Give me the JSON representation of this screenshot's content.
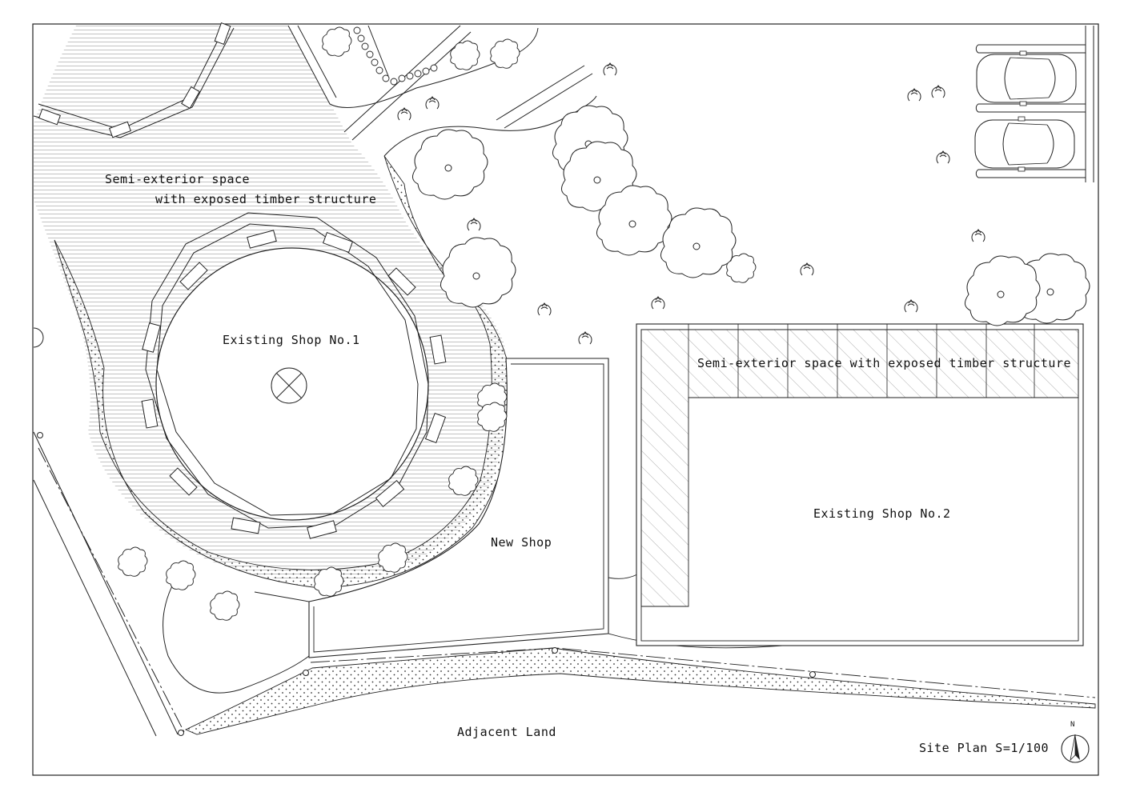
{
  "labels": {
    "semi_exterior_1_line1": "Semi-exterior space",
    "semi_exterior_1_line2": "with exposed timber structure",
    "existing_shop_1": "Existing Shop No.1",
    "semi_exterior_2": "Semi-exterior space with exposed timber structure",
    "existing_shop_2": "Existing Shop No.2",
    "new_shop": "New Shop",
    "adjacent_land": "Adjacent Land",
    "site_plan_title": "Site Plan S=1/100",
    "north_letter": "N"
  },
  "icons": {
    "north_arrow": "north-arrow-icon",
    "tree": "tree-icon",
    "car": "car-icon",
    "shrub": "shrub-icon"
  },
  "colors": {
    "line": "#222222",
    "hatch": "#8a8a8a",
    "background": "#ffffff"
  }
}
